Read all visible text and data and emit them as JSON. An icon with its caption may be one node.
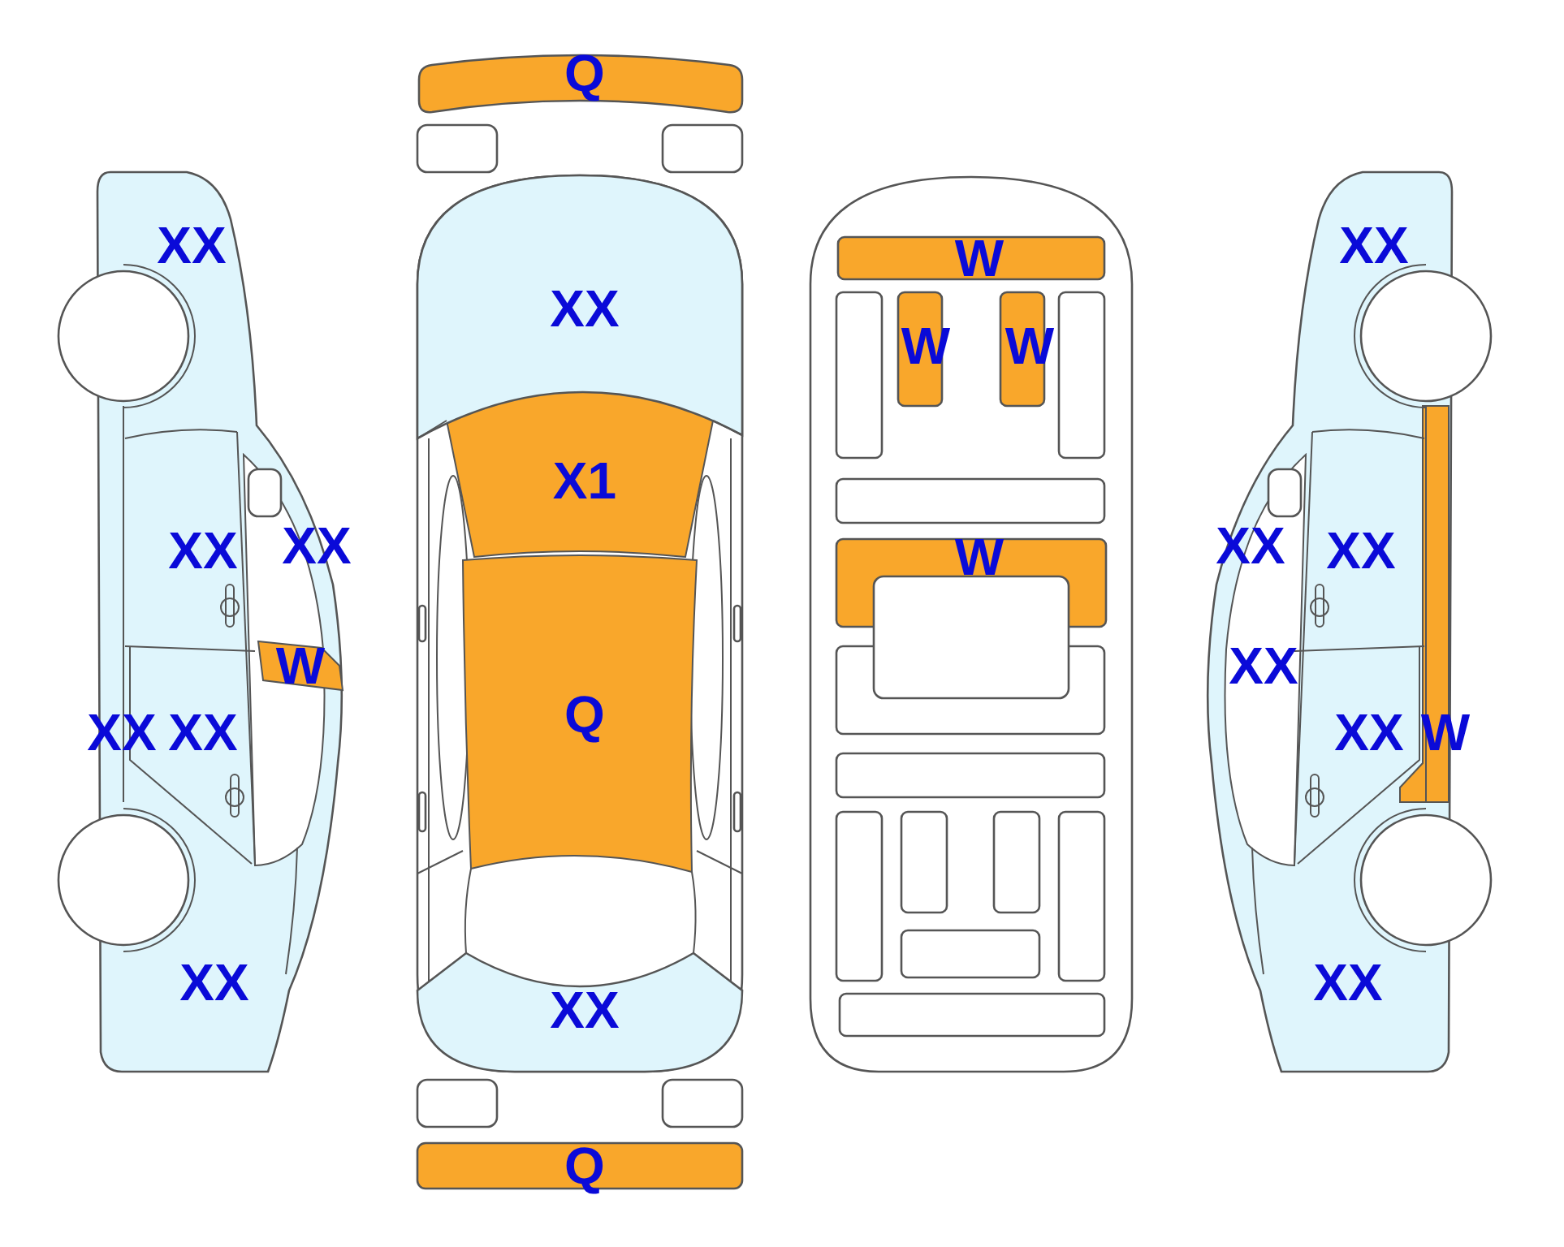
{
  "diagram": {
    "labels": [
      "Q",
      "XX",
      "W",
      "XX",
      "XX",
      "W",
      "W",
      "X1",
      "XX",
      "XX",
      "W",
      "XX",
      "XX",
      "W",
      "XX",
      "XX",
      "XX",
      "Q",
      "XX",
      "W",
      "XX",
      "XX",
      "XX",
      "Q"
    ]
  }
}
